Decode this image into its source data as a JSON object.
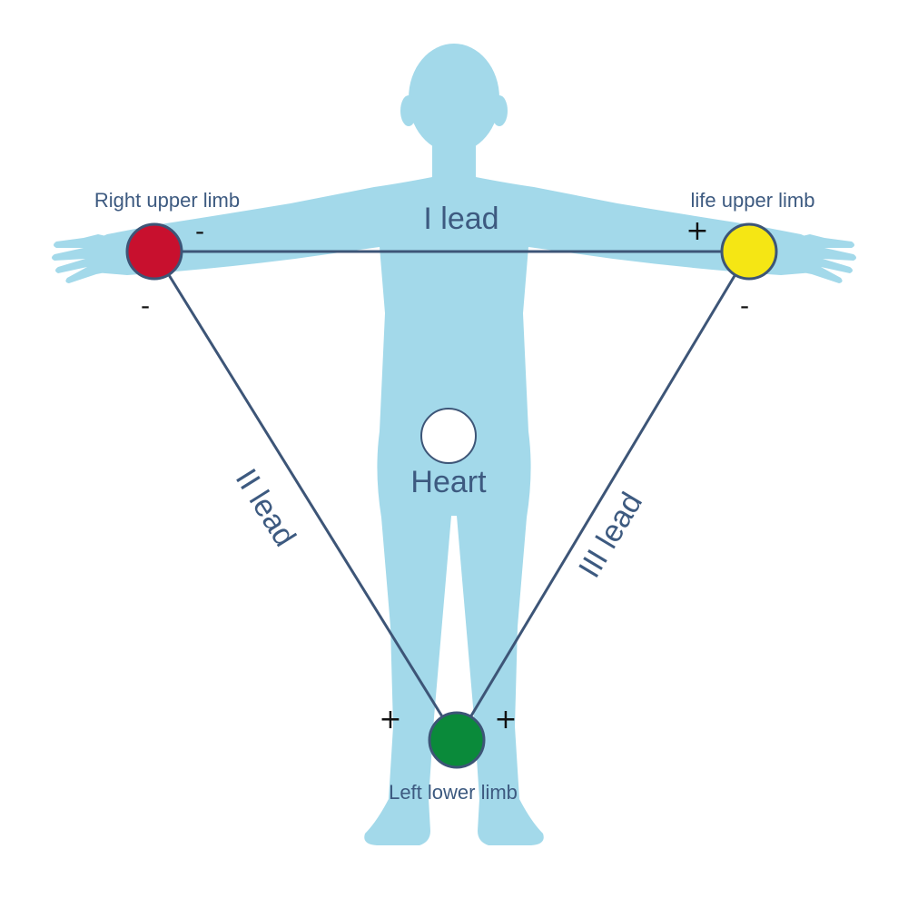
{
  "colors": {
    "body": "#a3d9ea",
    "lead_line": "#3d5577",
    "label": "#3d5a80",
    "sign": "#111111",
    "electrode_right_upper": "#c8102e",
    "electrode_left_upper": "#f5e614",
    "electrode_left_lower": "#0a8a3a",
    "heart": "#ffffff"
  },
  "electrodes": {
    "right_upper": {
      "label": "Right upper limb",
      "sign_lead1": "-",
      "sign_lead2": "-"
    },
    "left_upper": {
      "label": "life upper limb",
      "sign_lead1": "+",
      "sign_lead3": "-"
    },
    "left_lower": {
      "label": "Left lower limb",
      "sign_lead2": "+",
      "sign_lead3": "+"
    }
  },
  "leads": {
    "lead1": "I lead",
    "lead2": "II lead",
    "lead3": "III lead"
  },
  "heart": {
    "label": "Heart"
  },
  "icons": [
    "human-silhouette-icon"
  ]
}
